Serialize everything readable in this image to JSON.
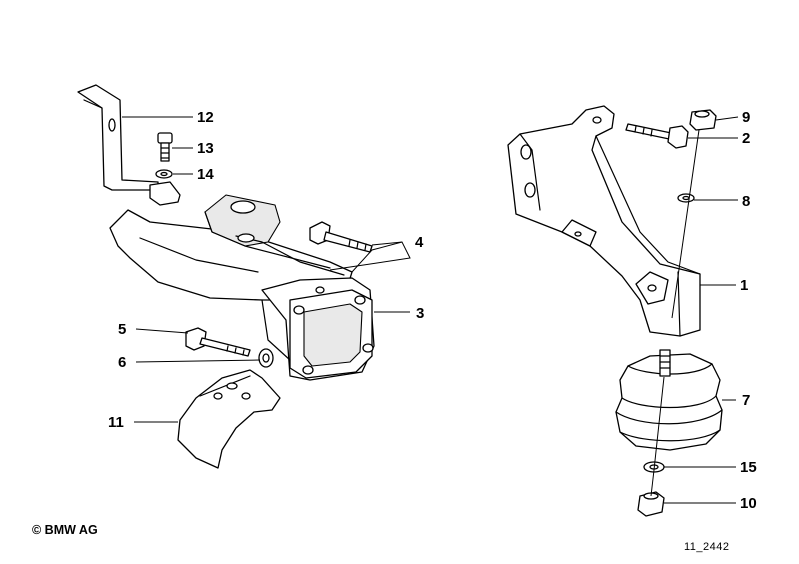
{
  "callouts": {
    "c1": "1",
    "c2": "2",
    "c3": "3",
    "c4": "4",
    "c5": "5",
    "c6": "6",
    "c7": "7",
    "c8": "8",
    "c9": "9",
    "c10": "10",
    "c11": "11",
    "c12": "12",
    "c13": "13",
    "c14": "14",
    "c15": "15"
  },
  "footer": {
    "copyright": "© BMW AG",
    "reference": "11_2442"
  }
}
